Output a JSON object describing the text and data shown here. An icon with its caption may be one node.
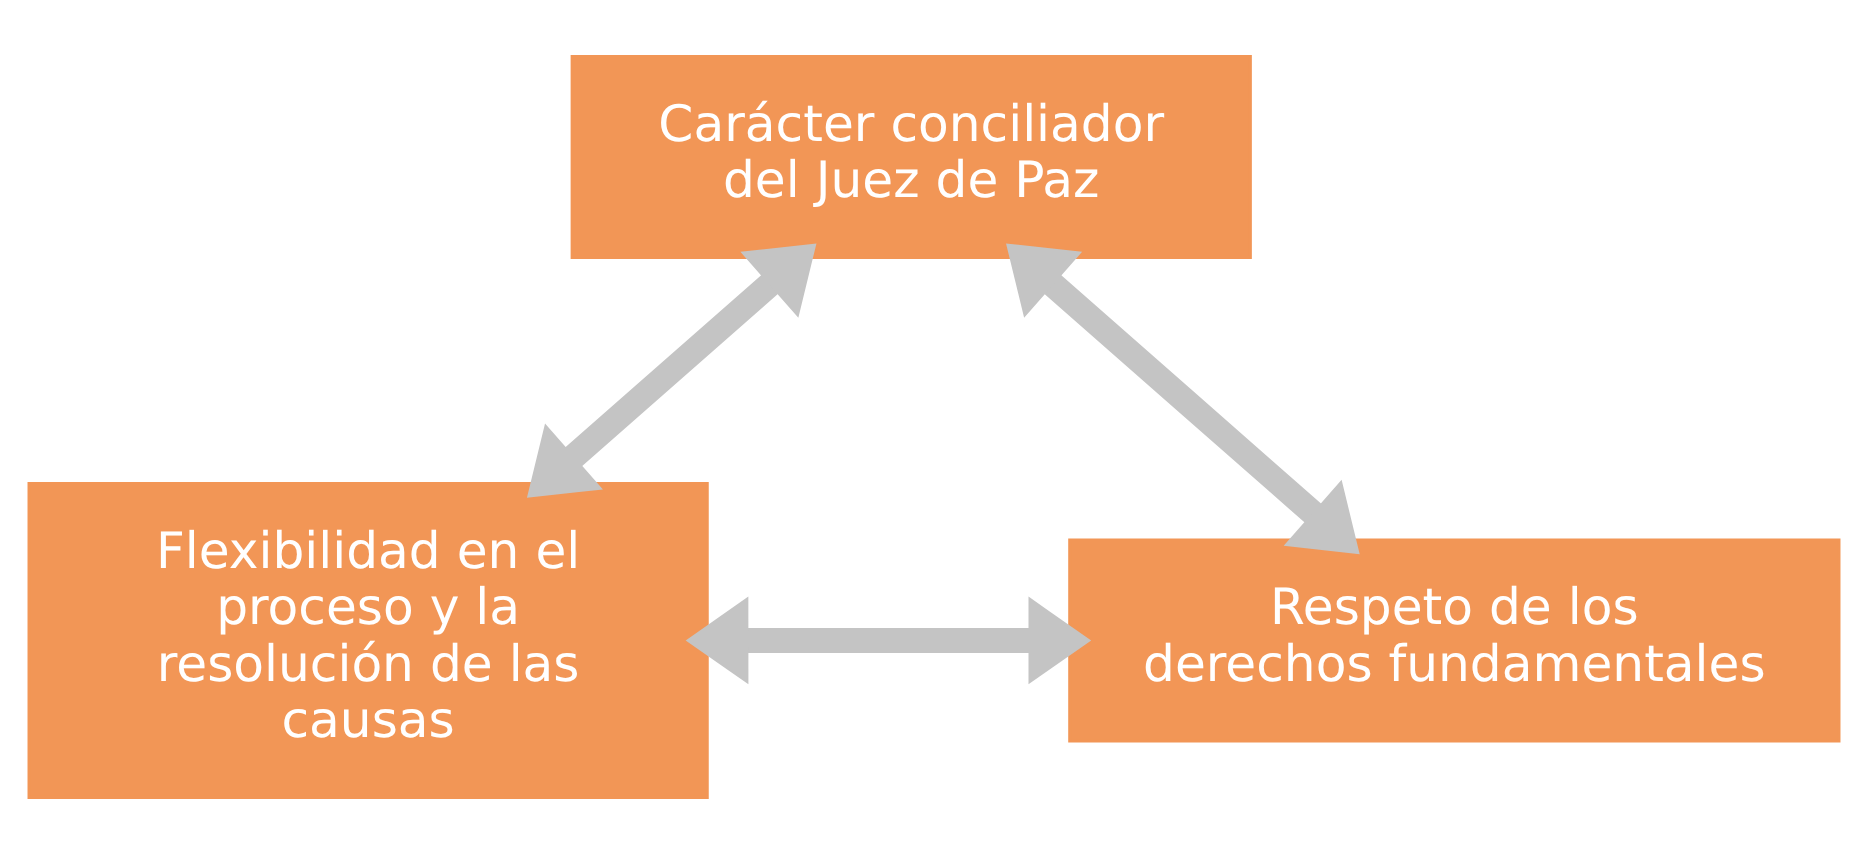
{
  "diagram": {
    "nodes": [
      {
        "text": [
          "Carácter conciliador del Juez de Paz"
        ]
      },
      {
        "text": [
          "Flexibilidad en el proceso y la resolución de las causas"
        ]
      },
      {
        "text": [
          "Respeto de los derechos fundamentales"
        ]
      }
    ],
    "edges": [
      {
        "from": 0,
        "to": 1,
        "arrow": "both"
      },
      {
        "from": 0,
        "to": 2,
        "arrow": "both"
      },
      {
        "from": 1,
        "to": 2,
        "arrow": "both"
      }
    ]
  }
}
